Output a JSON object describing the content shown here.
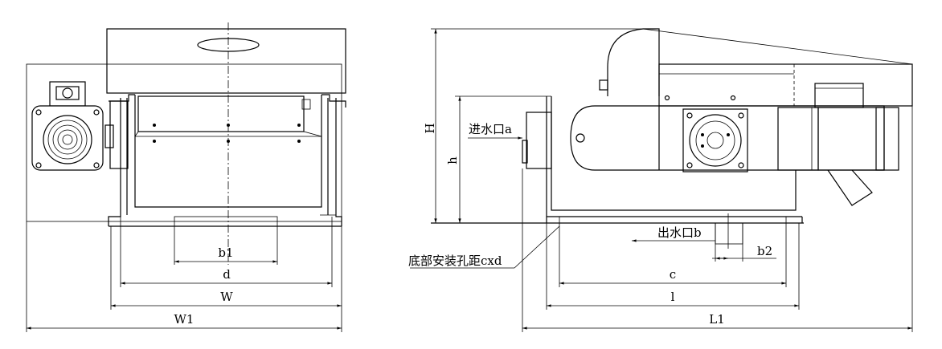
{
  "labels": {
    "b1": "b1",
    "d": "d",
    "W": "W",
    "W1": "W1",
    "H": "H",
    "h": "h",
    "inlet": "进水口a",
    "outlet": "出水口b",
    "b2": "b2",
    "mount_holes": "底部安装孔距cxd",
    "c": "c",
    "l": "l",
    "L1": "L1"
  }
}
